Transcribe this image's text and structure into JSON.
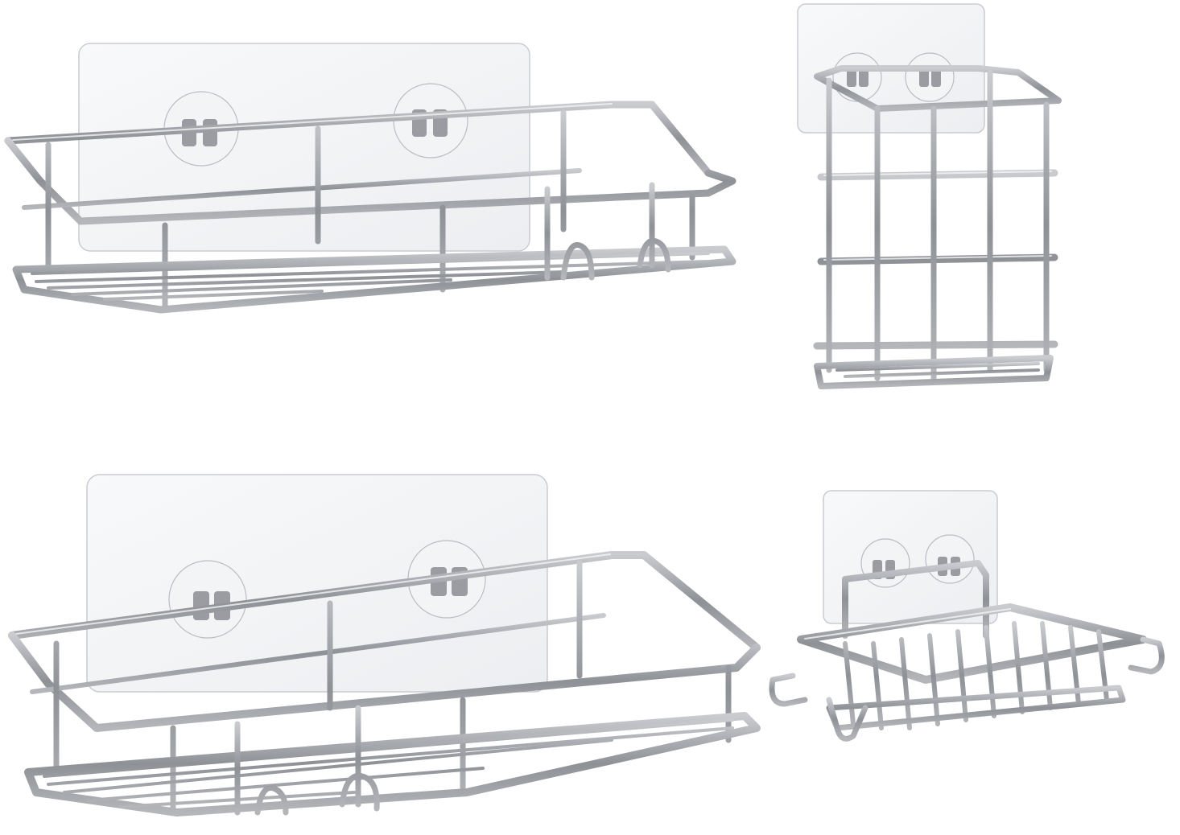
{
  "scene": {
    "background": "#ffffff",
    "metal_color": "#a6a8ac",
    "metal_highlight": "#eeeeee",
    "plate_color": "#f5f6f8"
  },
  "products": [
    {
      "id": "large-shelf-top"
    },
    {
      "id": "toothbrush-holder"
    },
    {
      "id": "large-shelf-bottom"
    },
    {
      "id": "soap-dish"
    }
  ]
}
